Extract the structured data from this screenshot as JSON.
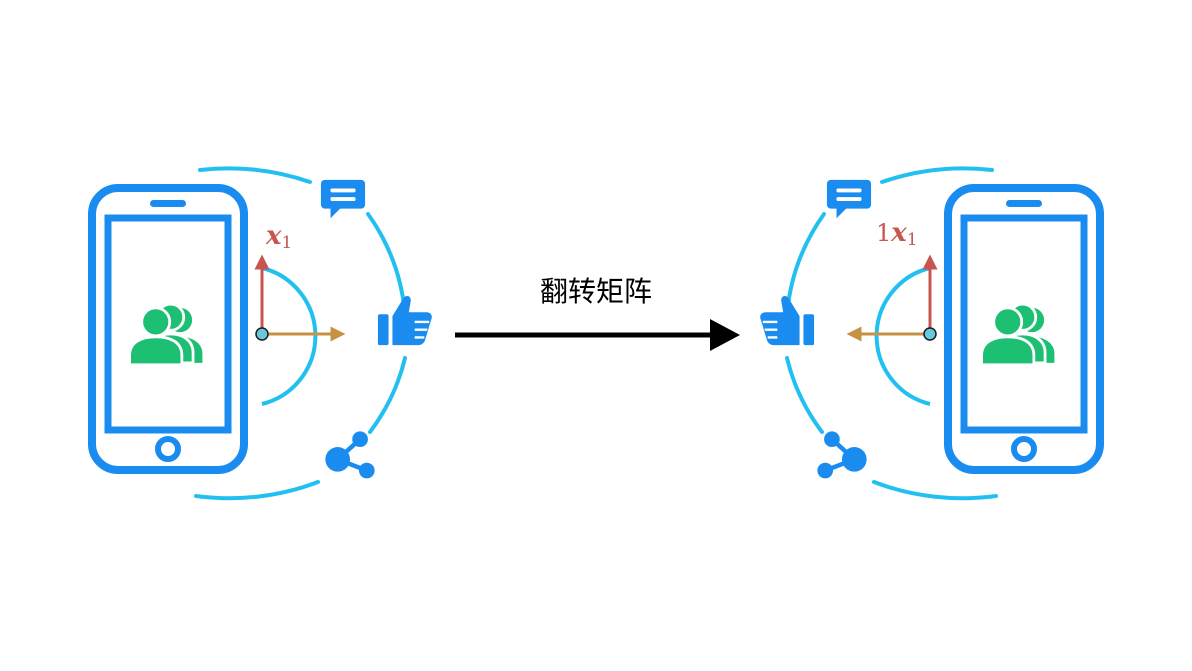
{
  "caption": "翻转矩阵",
  "left_panel": {
    "axis_label_var": "x",
    "axis_label_sub": "1"
  },
  "right_panel": {
    "axis_label_prefix": "1",
    "axis_label_var": "x",
    "axis_label_sub": "1"
  },
  "colors": {
    "phone_blue": "#1a8cf0",
    "icon_blue": "#1a8cf0",
    "arc_cyan": "#22c0f0",
    "users_green": "#1dbf73",
    "axis_red": "#c8554f",
    "axis_orange": "#c89245",
    "origin_fill": "#67c8e0",
    "arrow_black": "#000000",
    "label_red": "#c8554f"
  },
  "icons": [
    "smartphone-icon",
    "users-icon",
    "chat-bubble-icon",
    "thumbs-up-icon",
    "share-icon"
  ]
}
